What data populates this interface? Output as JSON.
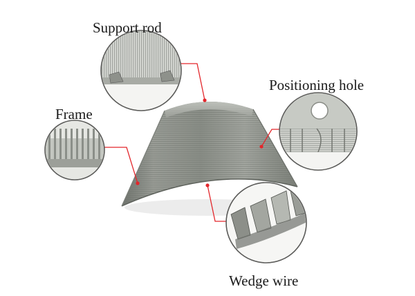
{
  "labels": {
    "support_rod": "Support rod",
    "positioning_hole": "Positioning hole",
    "frame": "Frame",
    "wedge_wire": "Wedge wire"
  },
  "colors": {
    "callout_line": "#e3262b",
    "screen_metal": "#8d918b",
    "steel_light": "#d9dbd6",
    "background": "#ffffff"
  }
}
